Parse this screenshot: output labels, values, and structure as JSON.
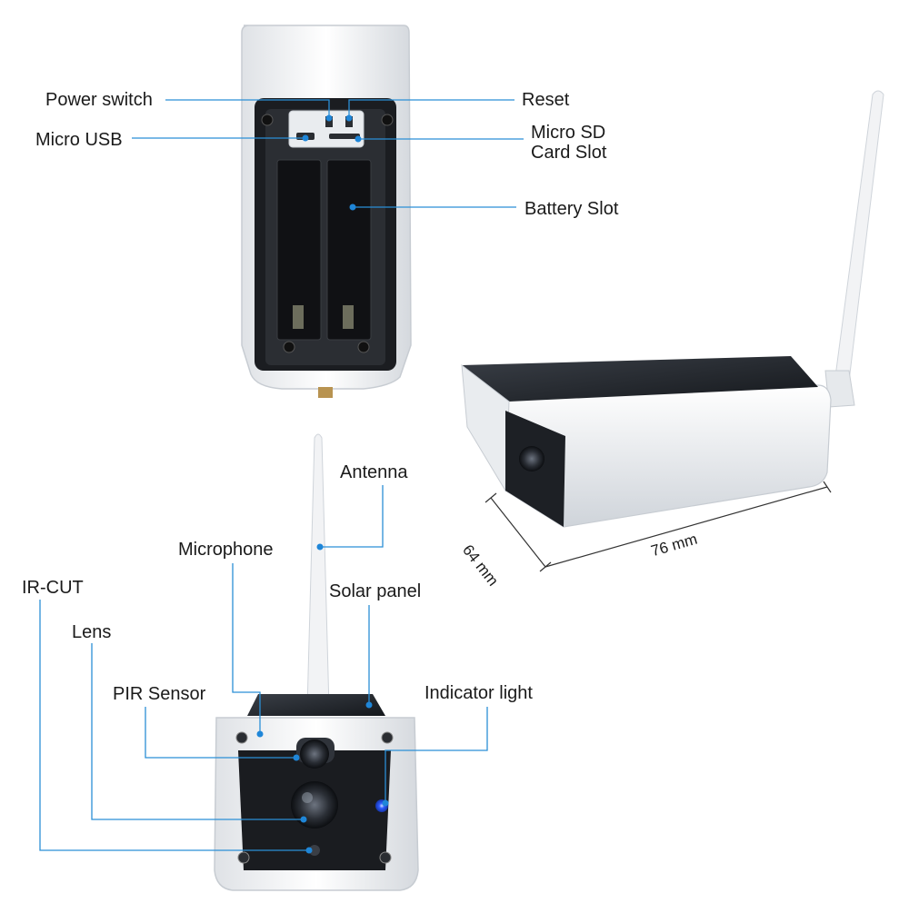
{
  "labels": {
    "power_switch": "Power switch",
    "reset": "Reset",
    "micro_usb": "Micro USB",
    "micro_sd_line1": "Micro SD",
    "micro_sd_line2": "Card Slot",
    "battery_slot": "Battery Slot",
    "antenna": "Antenna",
    "microphone": "Microphone",
    "ir_cut": "IR-CUT",
    "solar_panel": "Solar panel",
    "lens": "Lens",
    "pir_sensor": "PIR Sensor",
    "indicator_light": "Indicator light"
  },
  "dimensions": {
    "depth": "64 mm",
    "length": "76 mm"
  },
  "colors": {
    "callout_line": "#2b8fd6",
    "callout_dot": "#1f86d8",
    "body_white": "#f4f5f7",
    "panel_dark": "#1c1f24",
    "indicator_led": "#2f5bff"
  }
}
